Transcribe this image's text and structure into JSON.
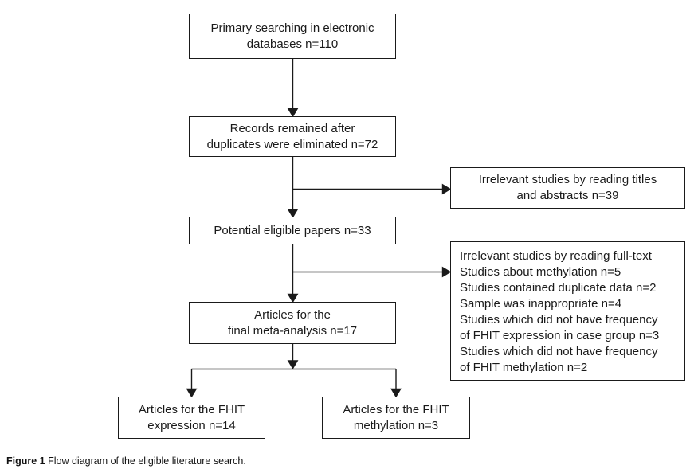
{
  "figure": {
    "background": "#ffffff",
    "line_color": "#1a1a1a"
  },
  "nodes": {
    "primary": {
      "text": "Primary searching in electronic\ndatabases n=110"
    },
    "dedup": {
      "text": "Records remained after\nduplicates were eliminated n=72"
    },
    "eligible": {
      "text": "Potential eligible papers n=33"
    },
    "final": {
      "text": "Articles for the\nfinal meta-analysis n=17"
    },
    "excluded_titles": {
      "text": "Irrelevant studies by reading titles\nand abstracts n=39"
    },
    "excluded_fulltext": {
      "text": "Irrelevant studies by reading full-text\nStudies about methylation n=5\nStudies contained duplicate data n=2\nSample was inappropriate n=4\nStudies which did not have frequency\nof FHIT expression in case group n=3\nStudies which did not have frequency\nof FHIT methylation n=2"
    },
    "expression": {
      "text": "Articles for the FHIT\nexpression n=14"
    },
    "methylation": {
      "text": "Articles for the FHIT\nmethylation n=3"
    }
  },
  "caption": {
    "label": "Figure 1",
    "text": " Flow diagram of the eligible literature search."
  }
}
